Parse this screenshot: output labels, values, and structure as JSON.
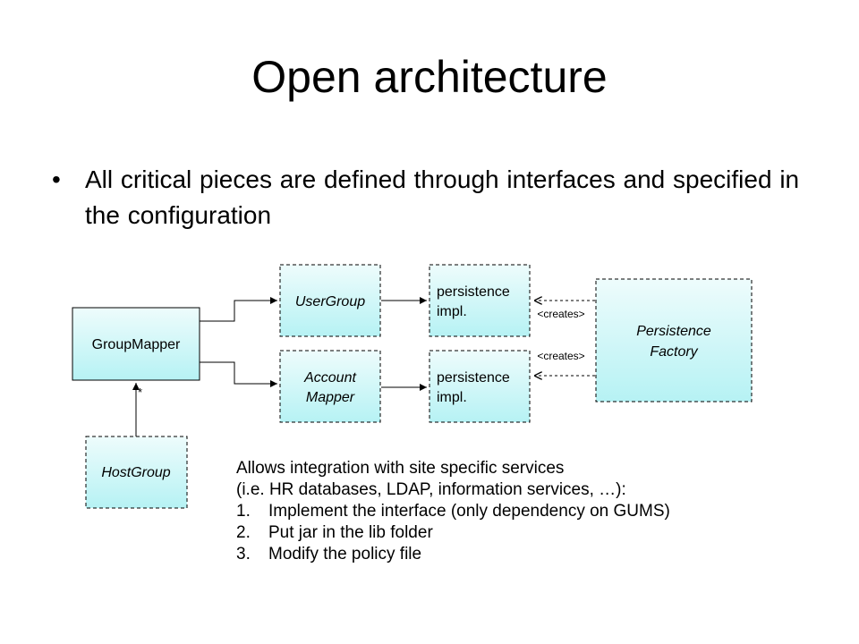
{
  "slide": {
    "title": "Open architecture",
    "bullet": "All critical pieces are defined through interfaces and specified in the configuration"
  },
  "diagram": {
    "group_mapper": "GroupMapper",
    "user_group": "UserGroup",
    "account_mapper": [
      "Account",
      "Mapper"
    ],
    "persistence_impl_1": [
      "persistence",
      "impl."
    ],
    "persistence_impl_2": [
      "persistence",
      "impl."
    ],
    "persistence_factory": [
      "Persistence",
      "Factory"
    ],
    "host_group": "HostGroup",
    "creates_1": "<creates>",
    "creates_2": "<creates>",
    "multiplicity": "*"
  },
  "note": {
    "line1": "Allows integration with site specific services",
    "line2": "(i.e. HR databases, LDAP, information services, …):",
    "items": [
      {
        "num": "1.",
        "text": "Implement the interface (only dependency on GUMS)"
      },
      {
        "num": "2.",
        "text": "Put jar in the lib folder"
      },
      {
        "num": "3.",
        "text": "Modify the policy file"
      }
    ]
  },
  "colors": {
    "box_fill_top": "#eefcfc",
    "box_fill_bottom": "#b6f2f4",
    "stroke": "#000000"
  }
}
